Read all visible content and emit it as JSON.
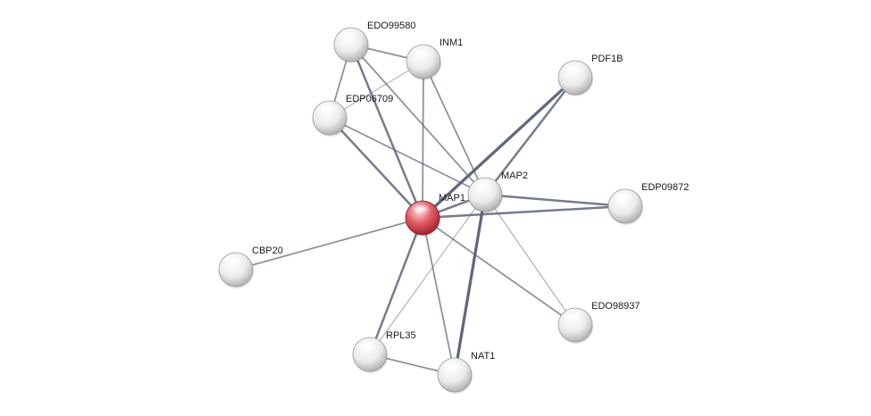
{
  "network": {
    "query_node": "MAP1",
    "colors": {
      "query_node": "#d9333f",
      "node": "#e6e6e6",
      "edge": "#5c6378"
    },
    "nodes": [
      {
        "id": "EDO99580",
        "label": "EDO99580",
        "query": false
      },
      {
        "id": "INM1",
        "label": "INM1",
        "query": false
      },
      {
        "id": "PDF1B",
        "label": "PDF1B",
        "query": false
      },
      {
        "id": "EDP06709",
        "label": "EDP06709",
        "query": false
      },
      {
        "id": "MAP2",
        "label": "MAP2",
        "query": false
      },
      {
        "id": "MAP1",
        "label": "MAP1",
        "query": true
      },
      {
        "id": "EDP09872",
        "label": "EDP09872",
        "query": false
      },
      {
        "id": "CBP20",
        "label": "CBP20",
        "query": false
      },
      {
        "id": "EDO98937",
        "label": "EDO98937",
        "query": false
      },
      {
        "id": "RPL35",
        "label": "RPL35",
        "query": false
      },
      {
        "id": "NAT1",
        "label": "NAT1",
        "query": false
      }
    ],
    "edges": [
      {
        "source": "EDO99580",
        "target": "INM1",
        "strength": 2
      },
      {
        "source": "EDO99580",
        "target": "EDP06709",
        "strength": 2
      },
      {
        "source": "EDO99580",
        "target": "MAP1",
        "strength": 3
      },
      {
        "source": "EDO99580",
        "target": "MAP2",
        "strength": 2
      },
      {
        "source": "INM1",
        "target": "EDP06709",
        "strength": 1
      },
      {
        "source": "INM1",
        "target": "MAP1",
        "strength": 2
      },
      {
        "source": "INM1",
        "target": "MAP2",
        "strength": 2
      },
      {
        "source": "EDP06709",
        "target": "MAP1",
        "strength": 3
      },
      {
        "source": "EDP06709",
        "target": "MAP2",
        "strength": 2
      },
      {
        "source": "PDF1B",
        "target": "MAP1",
        "strength": 4
      },
      {
        "source": "PDF1B",
        "target": "MAP2",
        "strength": 3
      },
      {
        "source": "MAP2",
        "target": "MAP1",
        "strength": 3
      },
      {
        "source": "MAP2",
        "target": "EDP09872",
        "strength": 3
      },
      {
        "source": "MAP1",
        "target": "EDP09872",
        "strength": 3
      },
      {
        "source": "MAP1",
        "target": "CBP20",
        "strength": 2
      },
      {
        "source": "MAP1",
        "target": "EDO98937",
        "strength": 2
      },
      {
        "source": "MAP2",
        "target": "EDO98937",
        "strength": 1
      },
      {
        "source": "MAP1",
        "target": "RPL35",
        "strength": 3
      },
      {
        "source": "MAP2",
        "target": "RPL35",
        "strength": 1
      },
      {
        "source": "MAP1",
        "target": "NAT1",
        "strength": 2
      },
      {
        "source": "MAP2",
        "target": "NAT1",
        "strength": 4
      },
      {
        "source": "RPL35",
        "target": "NAT1",
        "strength": 2
      }
    ]
  }
}
